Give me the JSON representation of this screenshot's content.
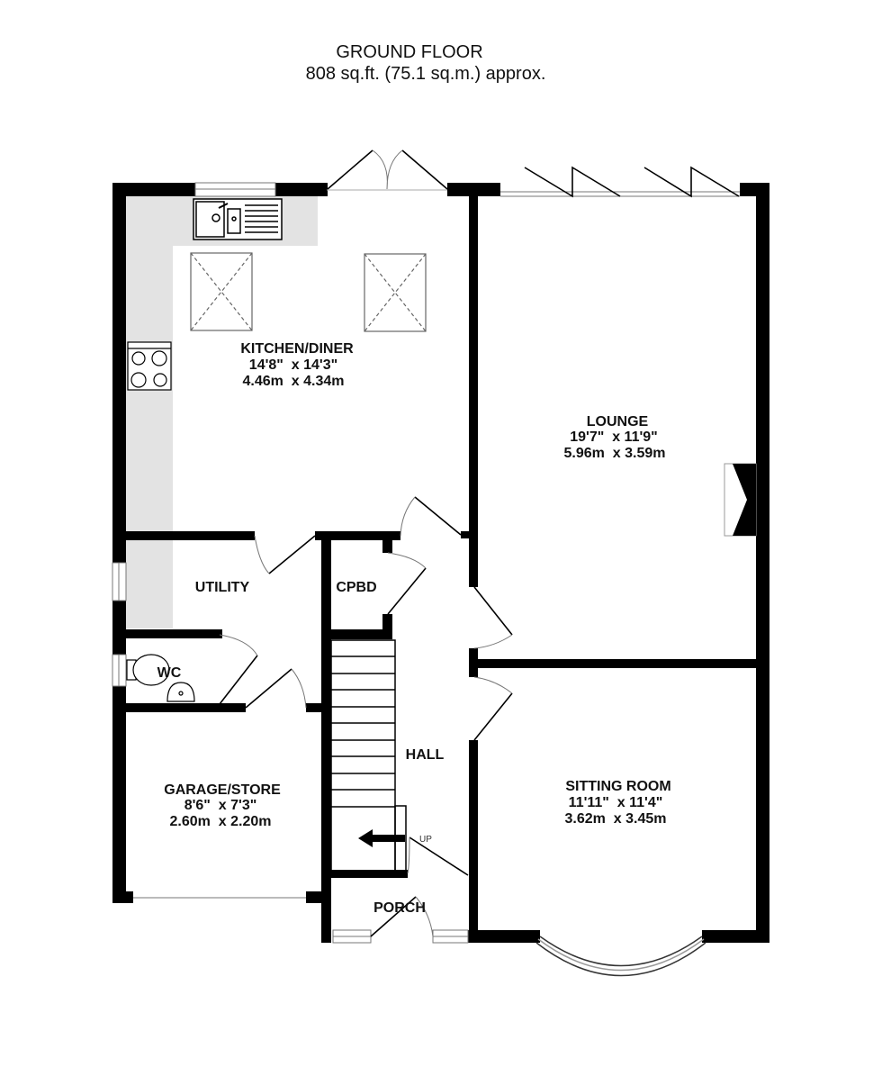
{
  "header": {
    "floor": "GROUND FLOOR",
    "area": "808 sq.ft. (75.1 sq.m.) approx."
  },
  "rooms": {
    "kitchen": {
      "name": "KITCHEN/DINER",
      "imperial": "14'8\"  x 14'3\"",
      "metric": "4.46m  x 4.34m"
    },
    "lounge": {
      "name": "LOUNGE",
      "imperial": "19'7\"  x 11'9\"",
      "metric": "5.96m  x 3.59m"
    },
    "utility": {
      "name": "UTILITY"
    },
    "cpbd": {
      "name": "CPBD"
    },
    "wc": {
      "name": "WC"
    },
    "hall": {
      "name": "HALL"
    },
    "garage": {
      "name": "GARAGE/STORE",
      "imperial": "8'6\"  x 7'3\"",
      "metric": "2.60m  x 2.20m"
    },
    "sitting": {
      "name": "SITTING ROOM",
      "imperial": "11'11\"  x 11'4\"",
      "metric": "3.62m  x 3.45m"
    },
    "porch": {
      "name": "PORCH"
    }
  },
  "stairs_label": "UP",
  "colors": {
    "wall": "#000000",
    "worktop": "#e3e3e3"
  }
}
